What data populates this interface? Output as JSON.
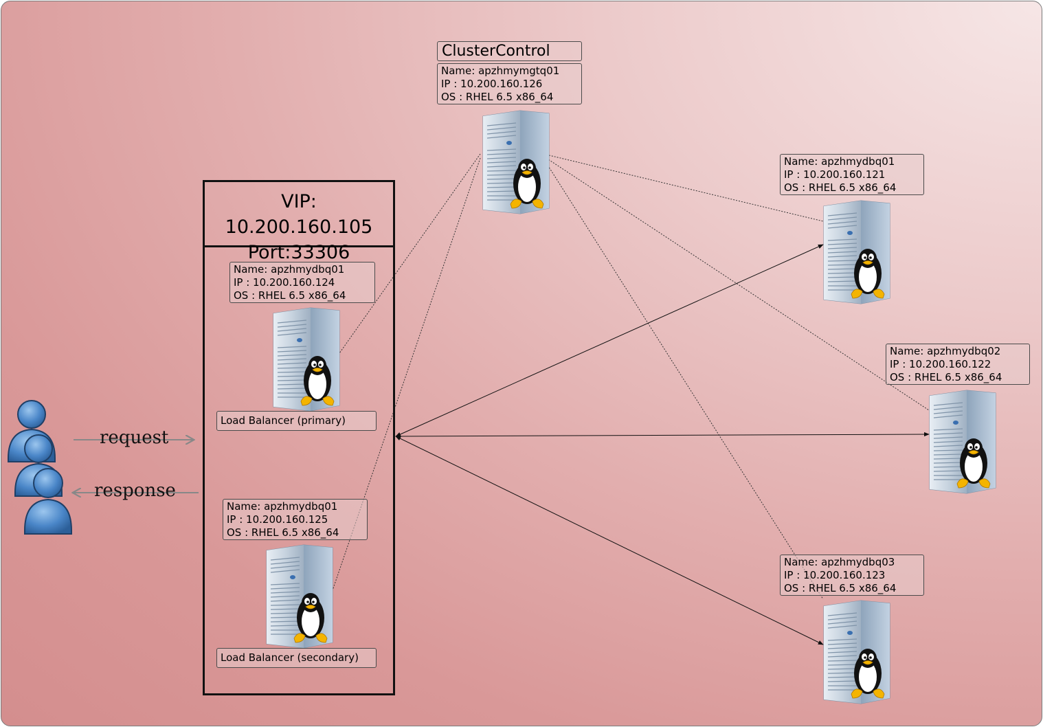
{
  "diagram": {
    "cluster_control": {
      "title": "ClusterControl",
      "name": "Name: apzhmymgtq01",
      "ip": "IP : 10.200.160.126",
      "os": "OS : RHEL 6.5 x86_64"
    },
    "vip": {
      "line1": "VIP: 10.200.160.105",
      "line2": "Port:33306"
    },
    "lb_primary": {
      "name": "Name: apzhmydbq01",
      "ip": "IP : 10.200.160.124",
      "os": "OS : RHEL 6.5 x86_64",
      "label": "Load Balancer (primary)"
    },
    "lb_secondary": {
      "name": "Name: apzhmydbq01",
      "ip": "IP : 10.200.160.125",
      "os": "OS : RHEL 6.5 x86_64",
      "label": "Load Balancer (secondary)"
    },
    "db1": {
      "name": "Name: apzhmydbq01",
      "ip": "IP : 10.200.160.121",
      "os": "OS : RHEL 6.5 x86_64"
    },
    "db2": {
      "name": "Name: apzhmydbq02",
      "ip": "IP : 10.200.160.122",
      "os": "OS : RHEL 6.5 x86_64"
    },
    "db3": {
      "name": "Name: apzhmydbq03",
      "ip": "IP : 10.200.160.123",
      "os": "OS : RHEL 6.5 x86_64"
    },
    "flows": {
      "request": "request",
      "response": "response"
    }
  },
  "icons": {
    "server": "linux-server-icon",
    "users": "users-icon"
  },
  "colors": {
    "background": "#d99898",
    "users": "#4a86c8"
  }
}
